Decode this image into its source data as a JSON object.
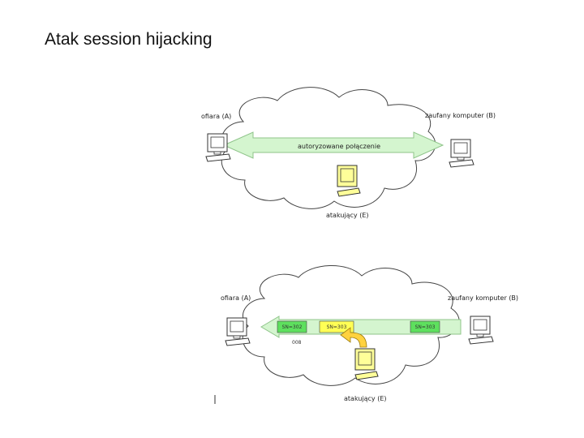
{
  "slide": {
    "title": "Atak session hijacking"
  },
  "top": {
    "victim_label": "ofiara (A)",
    "trusted_label": "zaufany komputer (B)",
    "link_label": "autoryzowane połączenie",
    "attacker_label": "atakujący (E)"
  },
  "bottom": {
    "victim_label": "ofiara (A)",
    "trusted_label": "zaufany komputer (B)",
    "packet_left": "SN=302",
    "packet_injected": "SN=303",
    "packet_right": "SN=303",
    "drop_label": "008",
    "attacker_label": "atakujący (E)"
  },
  "colors": {
    "cloud_stroke": "#444444",
    "link_fill": "#d4f5cf",
    "packet_green": "#5ee05e",
    "packet_yellow": "#ffff55",
    "computer_yellow": "#ffff99"
  }
}
